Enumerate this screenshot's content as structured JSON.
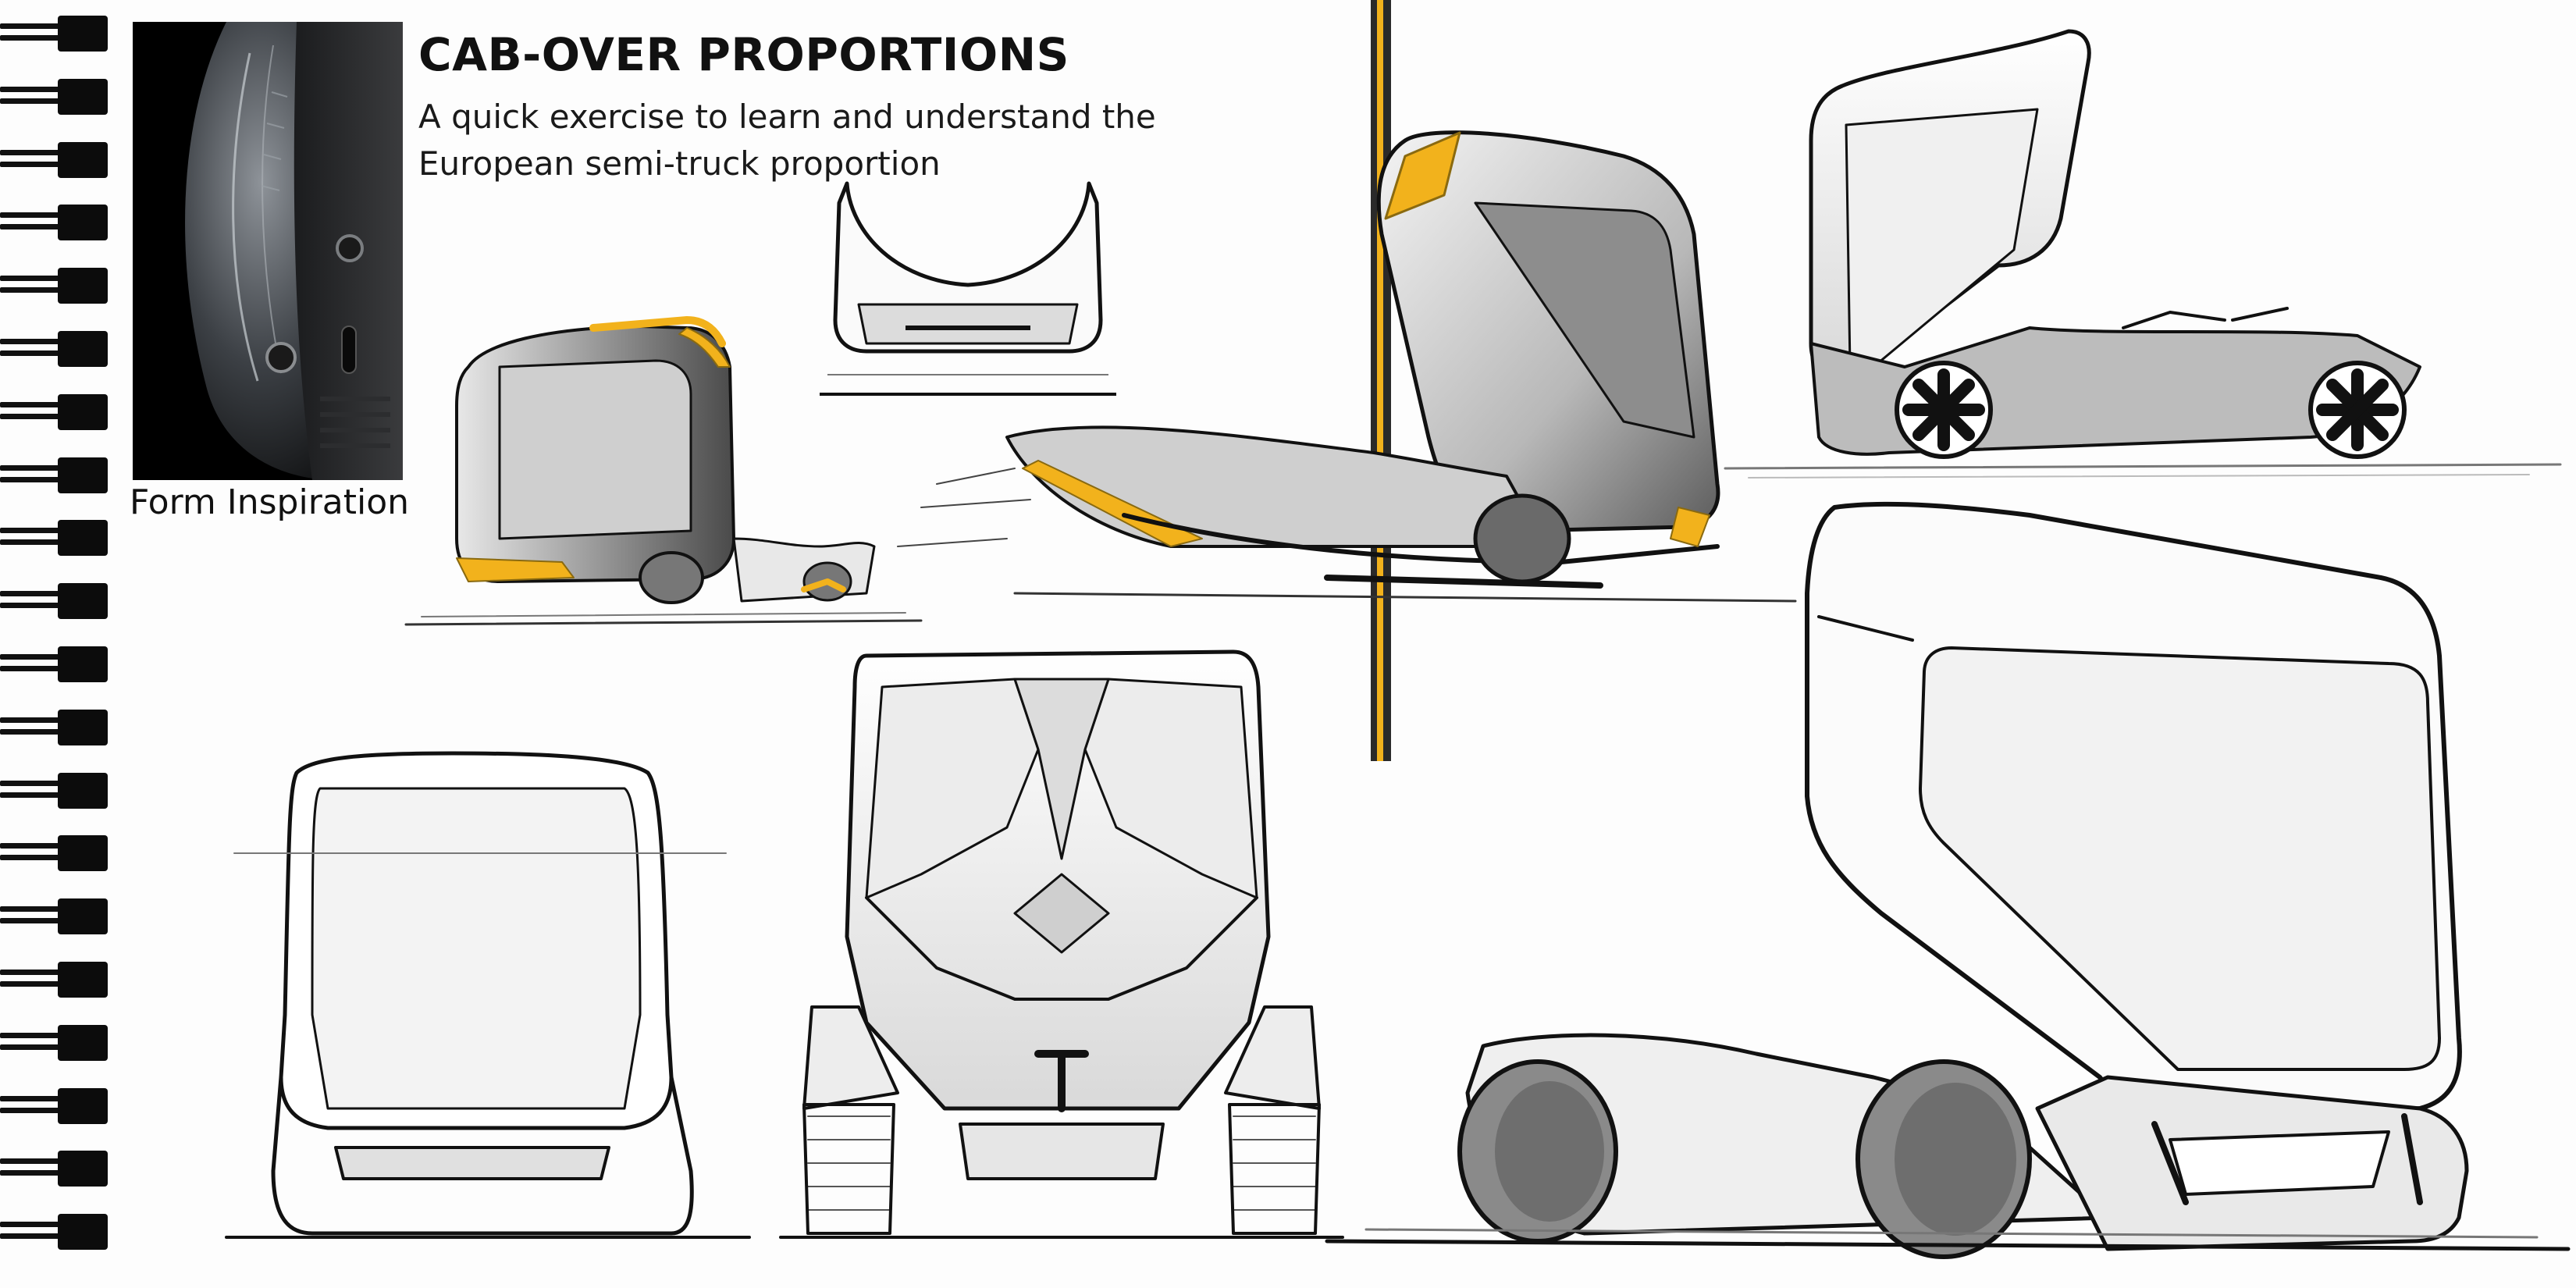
{
  "header": {
    "title": "CAB-OVER PROPORTIONS",
    "subtitle_line1": "A quick exercise to learn and understand the",
    "subtitle_line2": "European semi-truck proportion"
  },
  "inspiration": {
    "caption": "Form Inspiration"
  },
  "binding": {
    "ring_count": 20
  },
  "colors": {
    "accent": "#f2b21c",
    "ink": "#111111",
    "shade": "#8a8a8a",
    "wheel": "#6e6e6e"
  }
}
